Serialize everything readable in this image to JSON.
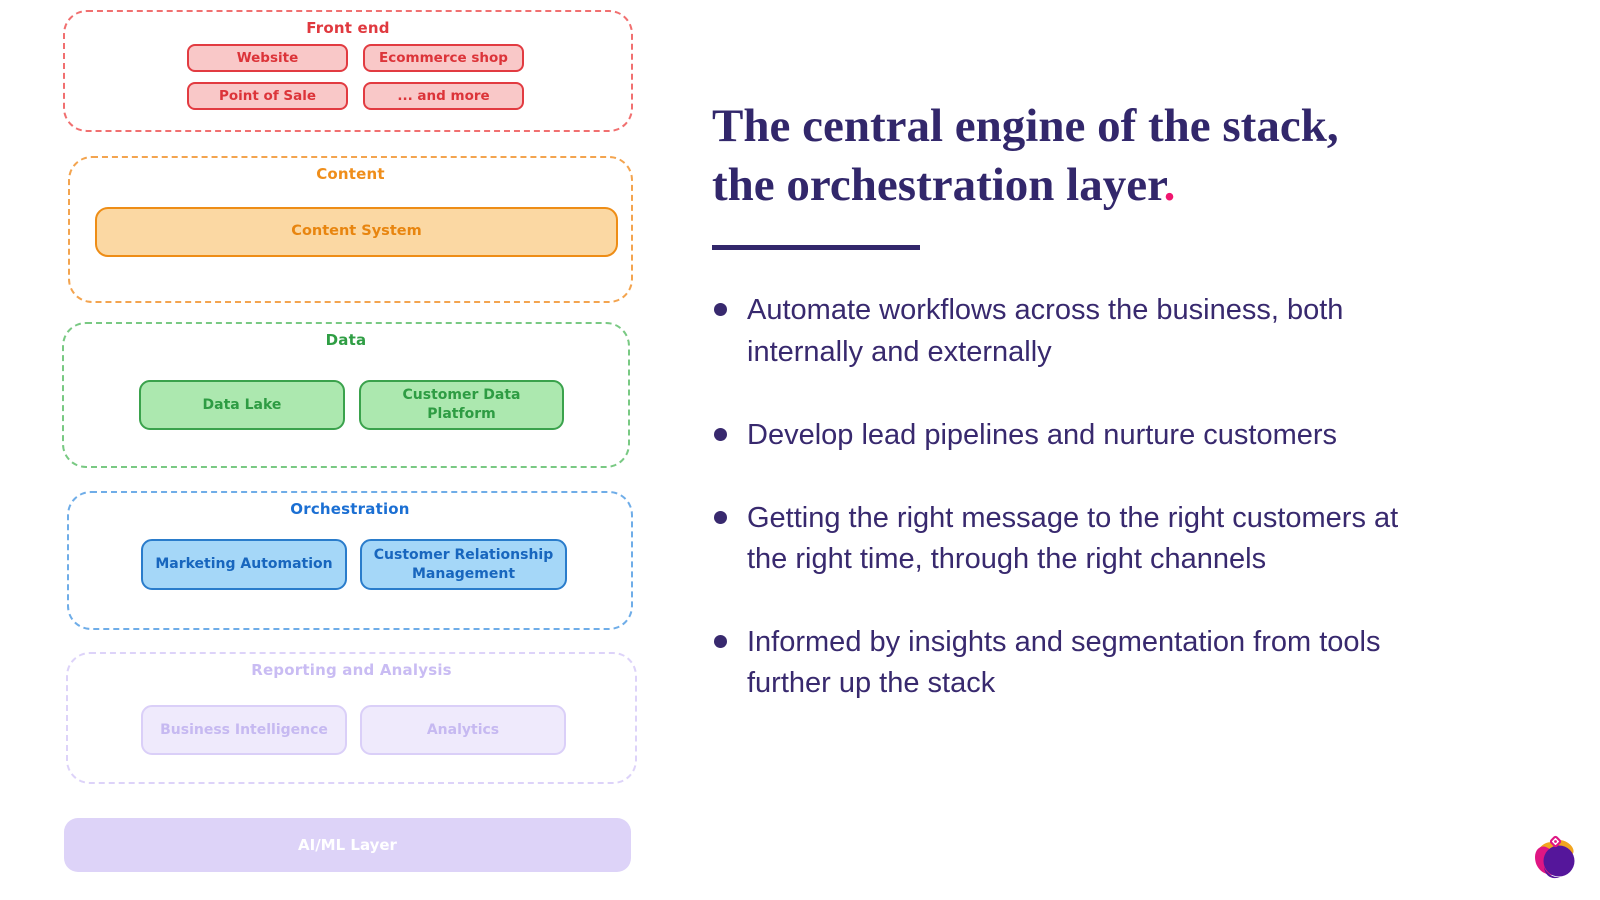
{
  "stack": {
    "layers": [
      {
        "title": "Front end",
        "color": "#E23B41",
        "boxes": [
          "Website",
          "Ecommerce shop",
          "Point of Sale",
          "... and more"
        ]
      },
      {
        "title": "Content",
        "color": "#EE8D16",
        "boxes": [
          "Content System"
        ]
      },
      {
        "title": "Data",
        "color": "#3AA24C",
        "boxes": [
          "Data Lake",
          "Customer Data Platform"
        ]
      },
      {
        "title": "Orchestration",
        "color": "#2A7CCB",
        "boxes": [
          "Marketing Automation",
          "Customer Relationship Management"
        ]
      },
      {
        "title": "Reporting and Analysis",
        "color": "#C9BCF3",
        "boxes": [
          "Business Intelligence",
          "Analytics"
        ]
      }
    ],
    "aiml_label": "AI/ML Layer"
  },
  "content": {
    "title_line1": "The central engine of the stack,",
    "title_line2": "the orchestration layer",
    "title_period": ".",
    "bullets": [
      "Automate workflows across the business, both internally and externally",
      "Develop lead pipelines and nurture customers",
      "Getting the right message to the right customers at the right time, through the right channels",
      "Informed by insights and segmentation from tools further up the stack"
    ]
  },
  "colors": {
    "title_text": "#32276B",
    "accent_pink": "#F0156F",
    "bullet_text": "#38296E",
    "frontend_red": "#E23B41",
    "content_orange": "#EE8D16",
    "data_green": "#3AA24C",
    "orchestration_blue": "#2A7CCB",
    "reporting_lavender": "#C9BCF3",
    "aiml_fill": "#DDD3F8"
  },
  "logo": {
    "name": "lotus-logo"
  }
}
